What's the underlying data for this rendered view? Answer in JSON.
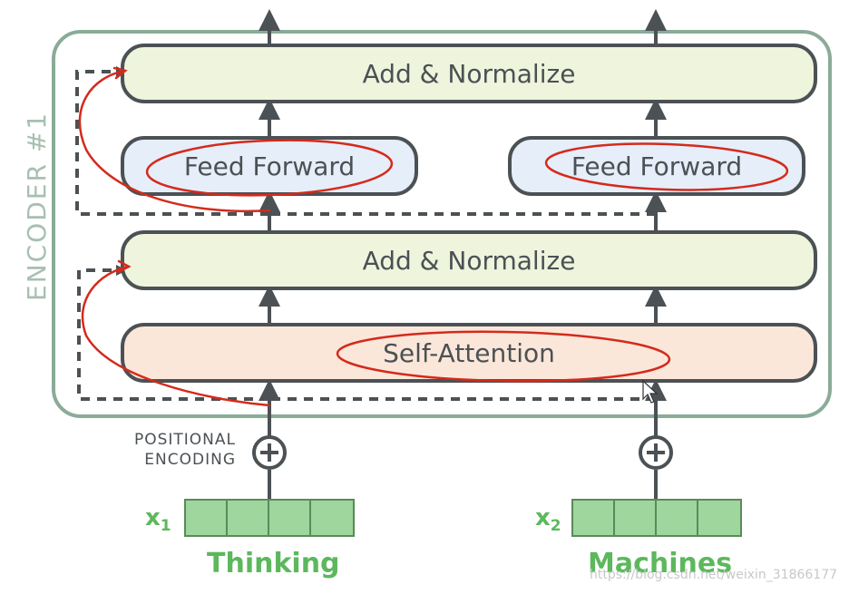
{
  "encoder": {
    "label": "ENCODER #1"
  },
  "blocks": {
    "add_norm_top": "Add & Normalize",
    "ffn_left": "Feed Forward",
    "ffn_right": "Feed Forward",
    "add_norm_bottom": "Add & Normalize",
    "self_attention": "Self-Attention"
  },
  "positional_encoding": {
    "line1": "POSITIONAL",
    "line2": "ENCODING"
  },
  "inputs": [
    {
      "symbol": "x",
      "subscript": "1",
      "word": "Thinking"
    },
    {
      "symbol": "x",
      "subscript": "2",
      "word": "Machines"
    }
  ],
  "watermark": "https://blog.csdn.net/weixin_31866177",
  "colors": {
    "block_border": "#4b5154",
    "add_norm_fill": "#eef5dc",
    "ffn_fill": "#e6eef9",
    "attention_fill": "#fbe7da",
    "encoder_frame": "#8aab98",
    "input_green": "#5cb85c",
    "annotation_red": "#d42a1c"
  }
}
